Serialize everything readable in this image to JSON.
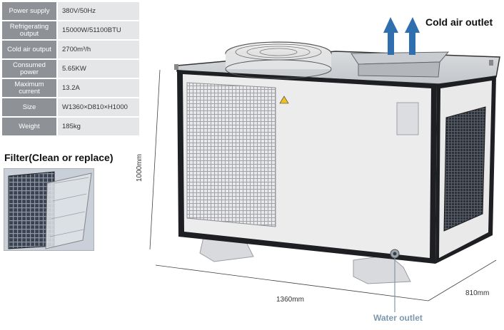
{
  "specs": [
    {
      "label": "Power supply",
      "value": "380V/50Hz"
    },
    {
      "label": "Refrigerating output",
      "value": "15000W/51100BTU"
    },
    {
      "label": "Cold air output",
      "value": "2700m³/h"
    },
    {
      "label": "Consumed power",
      "value": "5.65KW"
    },
    {
      "label": "Maximum current",
      "value": "13.2A"
    },
    {
      "label": "Size",
      "value": "W1360×D810×H1000"
    },
    {
      "label": "Weight",
      "value": "185kg"
    }
  ],
  "labels": {
    "filter": "Filter(Clean or replace)",
    "cold_air_outlet": "Cold air outlet",
    "water_outlet": "Water outlet"
  },
  "dimensions": {
    "height": "1000mm",
    "width": "1360mm",
    "depth": "810mm"
  },
  "colors": {
    "arrow": "#2f6fb0",
    "water_label": "#7d98ad",
    "table_key": "#8e9196",
    "table_value": "#e5e6e8"
  }
}
